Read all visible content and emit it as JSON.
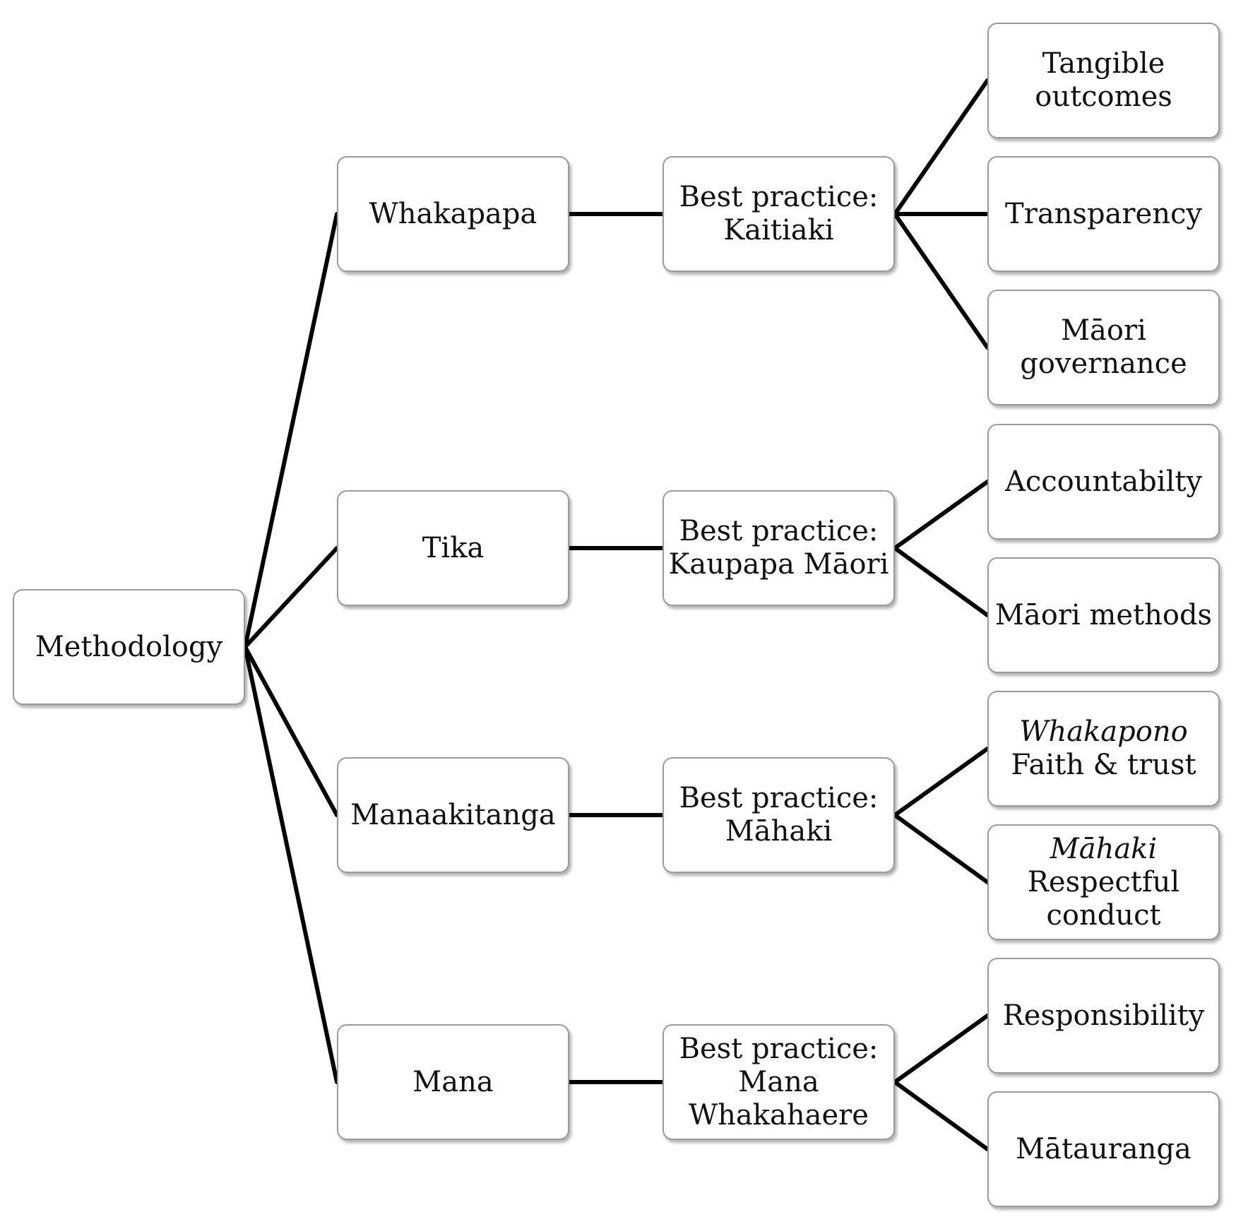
{
  "diagram": {
    "root": {
      "lines": [
        "Methodology"
      ]
    },
    "values": [
      {
        "label": "Whakapapa",
        "practice": [
          "Best practice:",
          "Kaitiaki"
        ],
        "outcomes": [
          {
            "lines": [
              "Tangible",
              "outcomes"
            ]
          },
          {
            "lines": [
              "Transparency"
            ]
          },
          {
            "lines": [
              "Māori",
              "governance"
            ]
          }
        ]
      },
      {
        "label": "Tika",
        "practice": [
          "Best practice:",
          "Kaupapa Māori"
        ],
        "outcomes": [
          {
            "lines": [
              "Accountabilty"
            ]
          },
          {
            "lines": [
              "Māori methods"
            ]
          }
        ]
      },
      {
        "label": "Manaakitanga",
        "practice": [
          "Best practice:",
          "Māhaki"
        ],
        "outcomes": [
          {
            "italic": "Whakapono",
            "lines": [
              "Faith & trust"
            ]
          },
          {
            "italic": "Māhaki",
            "lines": [
              "Respectful",
              "conduct"
            ]
          }
        ]
      },
      {
        "label": "Mana",
        "practice": [
          "Best practice:",
          "Mana",
          "Whakahaere"
        ],
        "outcomes": [
          {
            "lines": [
              "Responsibility"
            ]
          },
          {
            "lines": [
              "Mātauranga"
            ]
          }
        ]
      }
    ]
  }
}
